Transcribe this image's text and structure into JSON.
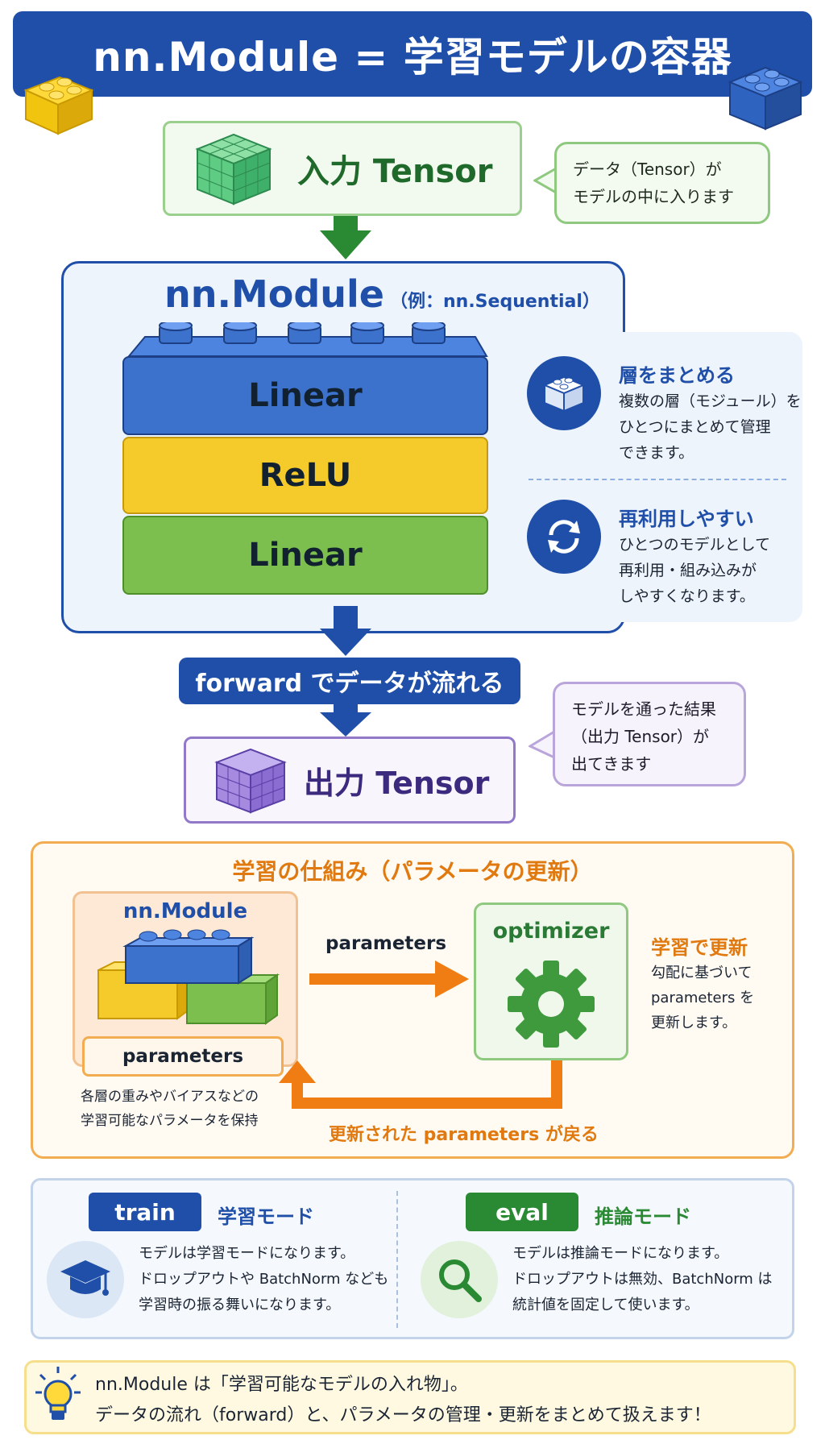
{
  "header": {
    "title": "nn.Module = 学習モデルの容器"
  },
  "input": {
    "label": "入力 Tensor",
    "note_line1": "データ（Tensor）が",
    "note_line2": "モデルの中に入ります"
  },
  "module": {
    "title": "nn.Module",
    "subtitle": "（例：nn.Sequential）",
    "layers": [
      {
        "label": "Linear",
        "color": "#3d72cc"
      },
      {
        "label": "ReLU",
        "color": "#f5cb2c"
      },
      {
        "label": "Linear",
        "color": "#7cbf4e"
      }
    ],
    "features": [
      {
        "title": "層をまとめる",
        "line1": "複数の層（モジュール）を",
        "line2": "ひとつにまとめて管理",
        "line3": "できます。",
        "icon": "block-stack-icon"
      },
      {
        "title": "再利用しやすい",
        "line1": "ひとつのモデルとして",
        "line2": "再利用・組み込みが",
        "line3": "しやすくなります。",
        "icon": "refresh-icon"
      }
    ]
  },
  "forward": {
    "label": "forward でデータが流れる"
  },
  "output": {
    "label": "出力 Tensor",
    "note_line1": "モデルを通った結果",
    "note_line2": "（出力 Tensor）が",
    "note_line3": "出てきます"
  },
  "learning": {
    "title": "学習の仕組み（パラメータの更新）",
    "module_label": "nn.Module",
    "params_label": "parameters",
    "params_desc_line1": "各層の重みやバイアスなどの",
    "params_desc_line2": "学習可能なパラメータを保持",
    "arrow_label": "parameters",
    "optimizer_label": "optimizer",
    "update_title": "学習で更新",
    "update_line1": "勾配に基づいて",
    "update_line2": "parameters を",
    "update_line3": "更新します。",
    "return_label": "更新された parameters が戻る"
  },
  "modes": {
    "train": {
      "pill": "train",
      "name": "学習モード",
      "line1": "モデルは学習モードになります。",
      "line2": "ドロップアウトや BatchNorm なども",
      "line3": "学習時の振る舞いになります。",
      "color": "#1f4fa8",
      "icon": "graduation-cap-icon"
    },
    "eval": {
      "pill": "eval",
      "name": "推論モード",
      "line1": "モデルは推論モードになります。",
      "line2": "ドロップアウトは無効、BatchNorm は",
      "line3": "統計値を固定して使います。",
      "color": "#2a8a34",
      "icon": "magnifier-icon"
    }
  },
  "summary": {
    "line1": "nn.Module は「学習可能なモデルの入れ物」。",
    "line2": "データの流れ（forward）と、パラメータの管理・更新をまとめて扱えます！",
    "icon": "lightbulb-icon"
  }
}
